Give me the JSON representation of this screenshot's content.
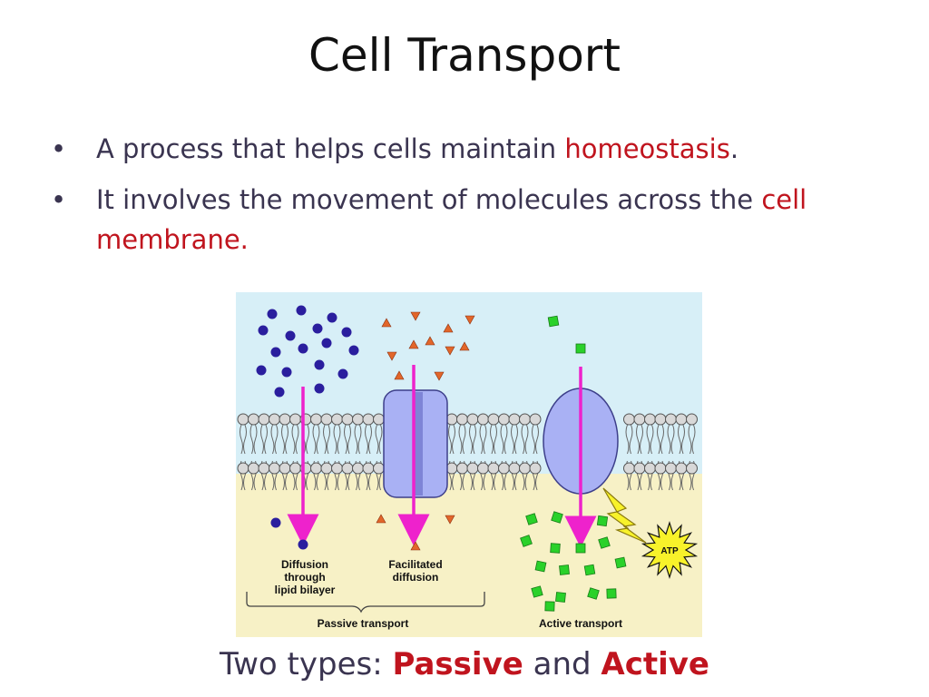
{
  "slide": {
    "title": "Cell Transport",
    "bullets": [
      {
        "marker": "•",
        "text": "A process that helps cells maintain ",
        "highlight": "homeostasis",
        "end": "."
      },
      {
        "marker": "•",
        "text": "It involves the movement of molecules across the ",
        "highlight": "cell membrane.",
        "end": ""
      }
    ],
    "caption": {
      "prefix": "Two types: ",
      "passive": "Passive",
      "middle": " and ",
      "active": "Active"
    }
  },
  "figure": {
    "labels": {
      "diffusion": [
        "Diffusion",
        "through",
        "lipid bilayer"
      ],
      "facilitated": [
        "Facilitated",
        "diffusion"
      ],
      "passive_transport": "Passive transport",
      "active_transport": "Active transport",
      "atp": "ATP"
    },
    "colors": {
      "outside": "#d7eff7",
      "inside": "#f7f1c6",
      "lipid_head": "#d8d8d8",
      "protein": "#a9b1f4",
      "arrow": "#ee22cc",
      "circle_molecule": "#2a1e9e",
      "triangle_molecule": "#e2662a",
      "square_molecule": "#2ad12a",
      "atp_star": "#f8f22a",
      "highlight_text": "#c0141e"
    },
    "icons": [
      "circle-molecule",
      "triangle-molecule",
      "square-molecule",
      "atp-star-icon",
      "energy-bolt-icon"
    ]
  }
}
